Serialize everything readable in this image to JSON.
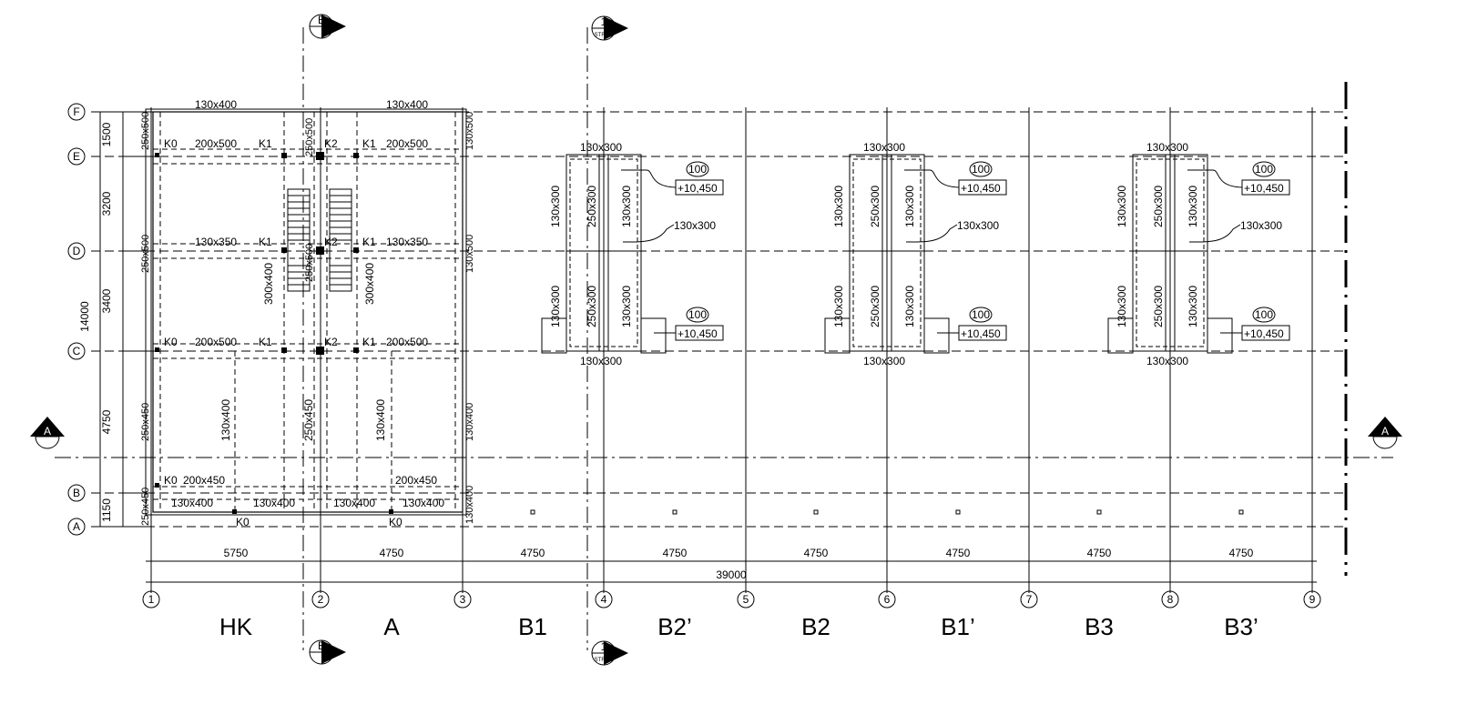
{
  "grid_rows": [
    {
      "label": "F"
    },
    {
      "label": "E"
    },
    {
      "label": "D"
    },
    {
      "label": "C"
    },
    {
      "label": "B"
    },
    {
      "label": "A"
    }
  ],
  "grid_cols": [
    {
      "label": "1"
    },
    {
      "label": "2"
    },
    {
      "label": "3"
    },
    {
      "label": "4"
    },
    {
      "label": "5"
    },
    {
      "label": "6"
    },
    {
      "label": "7"
    },
    {
      "label": "8"
    },
    {
      "label": "9"
    }
  ],
  "left_dims": {
    "segments": [
      "1500",
      "3200",
      "3400",
      "4750",
      "1150"
    ],
    "total": "14000"
  },
  "bottom_dims": {
    "segments": [
      "5750",
      "4750",
      "4750",
      "4750",
      "4750",
      "4750",
      "4750",
      "4750"
    ],
    "total": "39000"
  },
  "zones": [
    "HK",
    "A",
    "B1",
    "B2’",
    "B2",
    "B1’",
    "B3",
    "B3’"
  ],
  "section_marks": {
    "top_b": "B",
    "bottom_b": "B",
    "top_1": "1",
    "top_1_sub": "STR-03",
    "bottom_1": "1",
    "bottom_1_sub": "STR-03",
    "left_a": "A",
    "right_a": "A"
  },
  "left_block": {
    "top_beams": [
      "130x400",
      "130x400"
    ],
    "row_e": [
      "K0",
      "200x500",
      "K1",
      "250x500",
      "K2",
      "K1",
      "200x500"
    ],
    "row_d": [
      "130x350",
      "K1",
      "K2",
      "K1",
      "130x350"
    ],
    "row_c": [
      "K0",
      "200x500",
      "K1",
      "K2",
      "K1",
      "200x500"
    ],
    "row_b": [
      "K0",
      "200x450",
      "200x450"
    ],
    "row_a": [
      "130x400",
      "130x400",
      "130x400",
      "130x400"
    ],
    "k0_bottom": [
      "K0",
      "K0"
    ],
    "vertical": [
      "250x500",
      "250x500",
      "250x450",
      "250x450",
      "130x500",
      "130x500",
      "130x400",
      "130x400",
      "300x400",
      "250x500",
      "300x400",
      "130x400",
      "250x450",
      "130x400"
    ]
  },
  "unit_detail": {
    "top_beam": "130x300",
    "bottom_beam": "130x300",
    "col_left": "130x300",
    "col_mid": "250x300",
    "col_right": "130x300",
    "leader_label": "130x300",
    "tag": "100",
    "elevation": "+10,450"
  }
}
